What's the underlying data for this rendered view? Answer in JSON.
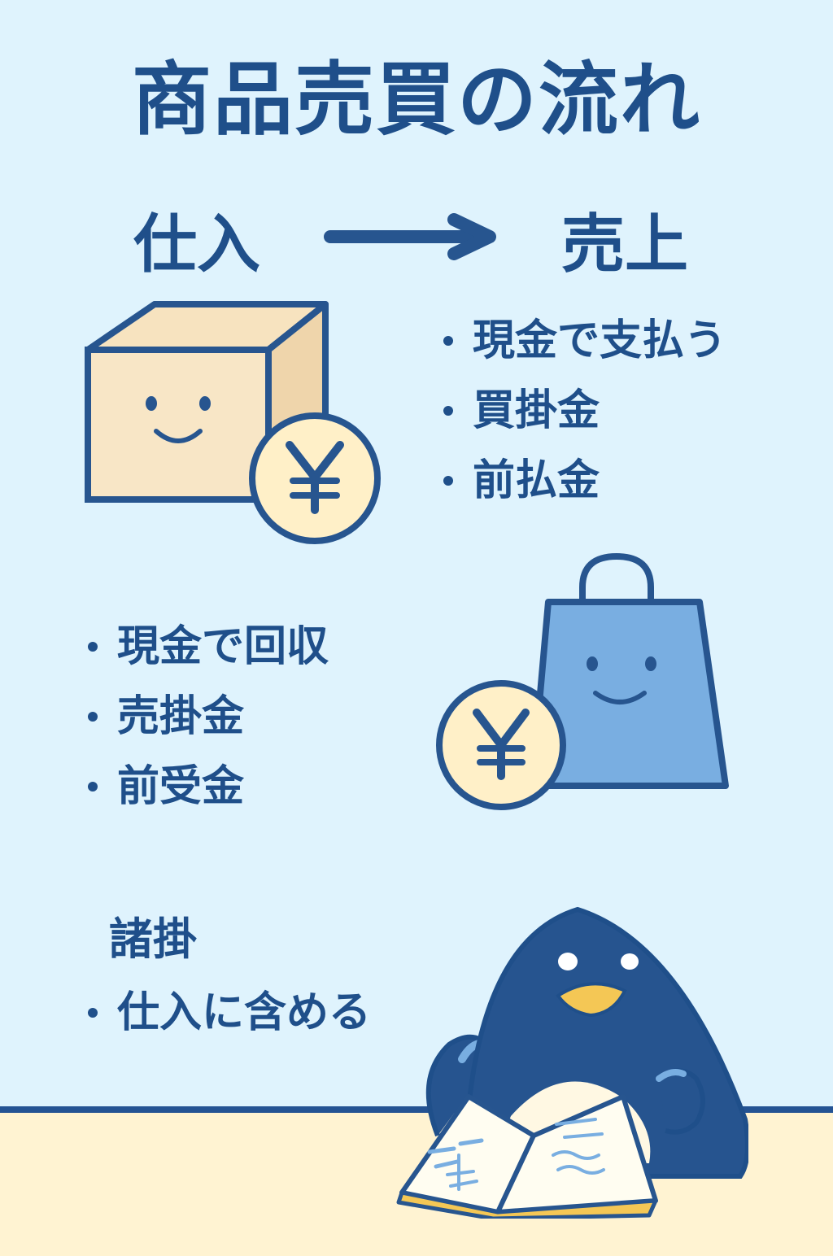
{
  "title": "商品売買の流れ",
  "flow": {
    "left_label": "仕入",
    "right_label": "売上"
  },
  "purchase_methods": [
    "現金で支払う",
    "買掛金",
    "前払金"
  ],
  "sales_methods": [
    "現金で回収",
    "売掛金",
    "前受金"
  ],
  "misc": {
    "heading": "諸掛",
    "items": [
      "仕入に含める"
    ]
  },
  "colors": {
    "background": "#dff3fd",
    "text": "#1f4f8a",
    "box_fill": "#f8e6c6",
    "coin_fill": "#fff0c8",
    "bag_fill": "#79aee1",
    "penguin_fill": "#26548f",
    "desk_fill": "#fff3d2"
  },
  "icons": {
    "box": "cardboard-box-face-icon",
    "coin": "yen-coin-icon",
    "bag": "shopping-bag-face-icon",
    "mascot": "penguin-reading-icon",
    "book": "open-book-icon",
    "arrow": "right-arrow-icon"
  }
}
